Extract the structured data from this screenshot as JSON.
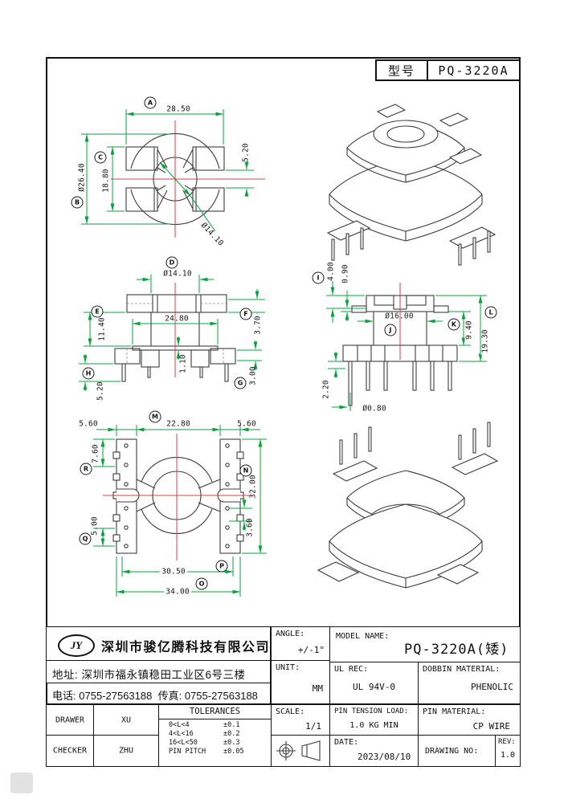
{
  "sheet": {
    "type_label": "型号",
    "type_value": "PQ-3220A"
  },
  "views": {
    "front": {
      "balloon_a": "A",
      "dim_width": "28.50",
      "balloon_b": "B",
      "dim_od": "Ø26.40",
      "balloon_c": "C",
      "dim_inner": "18.80",
      "dim_slot": "5.20",
      "dim_bore": "Ø14.10"
    },
    "side": {
      "balloon_d": "D",
      "dim_bore": "Ø14.10",
      "balloon_e": "E",
      "dim_height": "11.40",
      "dim_flange": "24.80",
      "balloon_f": "F",
      "dim_top": "3.70",
      "balloon_h": "H",
      "dim_pin": "5.20",
      "dim_base": "1.10",
      "balloon_g": "G",
      "dim_block": "3.00"
    },
    "side2": {
      "balloon_i": "I",
      "dim_top": "4.00",
      "dim_step": "0.90",
      "balloon_j": "J",
      "dim_tube": "Ø16.00",
      "balloon_k": "K",
      "dim_mid": "9.40",
      "balloon_l": "L",
      "dim_total": "19.30",
      "dim_pin": "2.20",
      "dim_pin_dia": "Ø0.80"
    },
    "bottom": {
      "dim_wing_left": "5.60",
      "balloon_m": "M",
      "dim_span": "22.80",
      "dim_wing_right": "5.60",
      "balloon_r": "R",
      "dim_r": "7.60",
      "balloon_q": "Q",
      "dim_q": "5.00",
      "balloon_n": "N",
      "dim_n": "32.00",
      "dim_pitch": "3.60",
      "balloon_p": "P",
      "dim_p": "30.50",
      "balloon_o": "O",
      "dim_o": "34.00"
    }
  },
  "company": {
    "logo": "JY",
    "name": "深圳市骏亿腾科技有限公司",
    "address_label": "地址:",
    "address": "深圳市福永镇稳田工业区6号三楼",
    "phone_label": "电话:",
    "phone": "0755-27563188",
    "fax_label": "传真:",
    "fax": "0755-27563188"
  },
  "specs": {
    "angle_label": "ANGLE:",
    "angle_value": "+/-1°",
    "unit_label": "UNIT:",
    "unit_value": "MM",
    "scale_label": "SCALE:",
    "scale_value": "1/1",
    "model_label": "MODEL NAME:",
    "model_value": "PQ-3220A(矮)",
    "ul_label": "UL REC:",
    "ul_value": "UL 94V-0",
    "bobbin_label": "DOBBIN MATERIAL:",
    "bobbin_value": "PHENOLIC",
    "tension_label": "PIN TENSION LOAD:",
    "tension_value": "1.0 KG MIN",
    "pin_label": "PIN MATERIAL:",
    "pin_value": "CP WIRE",
    "date_label": "DATE:",
    "date_value": "2023/08/10",
    "drawing_no_label": "DRAWING NO:",
    "rev_label": "REV:",
    "rev_value": "1.0"
  },
  "approval": {
    "drawer_label": "DRAWER",
    "drawer_value": "XU",
    "checker_label": "CHECKER",
    "checker_value": "ZHU",
    "tolerances_title": "TOLERANCES",
    "tolerances": [
      {
        "range": "0<L<4",
        "tol": "±0.1"
      },
      {
        "range": "4<L<16",
        "tol": "±0.2"
      },
      {
        "range": "16<L<50",
        "tol": "±0.3"
      },
      {
        "range": "PIN PITCH",
        "tol": "±0.05"
      }
    ]
  },
  "colors": {
    "dimension_green": "#05a33c",
    "centerline_red": "#cc4444",
    "outline": "#3c3c3c"
  }
}
